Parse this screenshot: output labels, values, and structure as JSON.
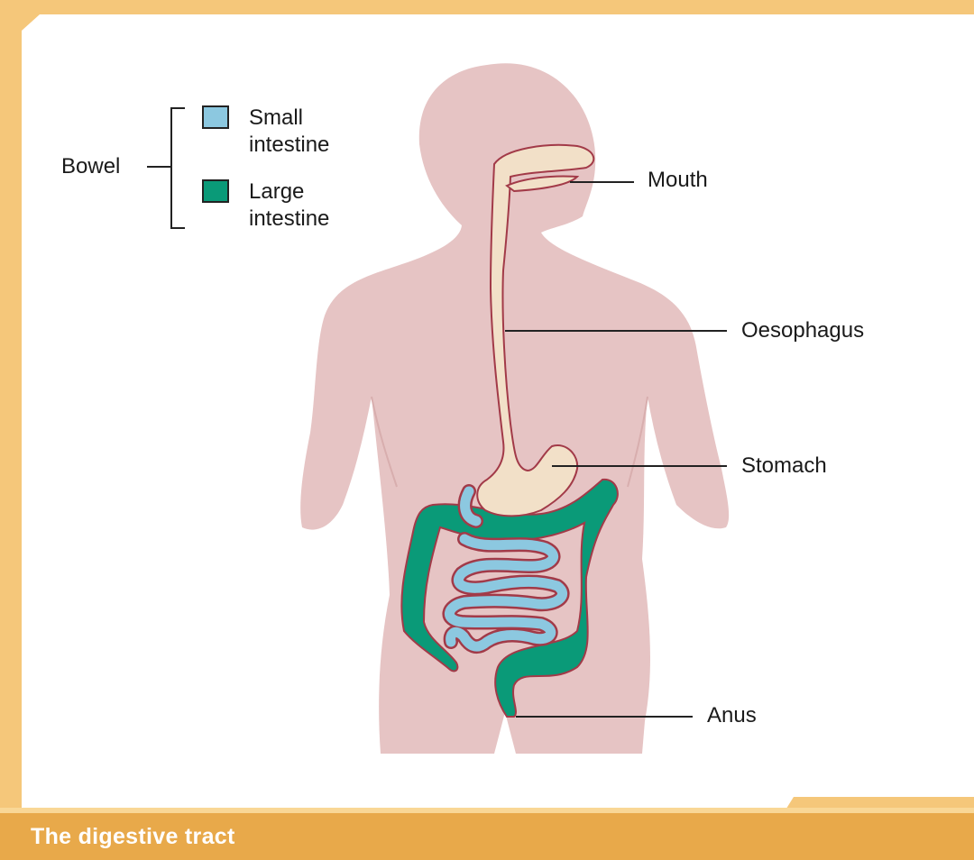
{
  "caption": "The digestive tract",
  "legend": {
    "group_label": "Bowel",
    "items": [
      {
        "label_line1": "Small",
        "label_line2": "intestine",
        "color": "#8cc8e0"
      },
      {
        "label_line1": "Large",
        "label_line2": "intestine",
        "color": "#0a9a78"
      }
    ]
  },
  "labels": {
    "mouth": "Mouth",
    "oesophagus": "Oesophagus",
    "stomach": "Stomach",
    "anus": "Anus"
  },
  "colors": {
    "frame": "#f5c77a",
    "caption_bar": "#e8a94a",
    "body": "#e6c4c4",
    "tract_fill": "#f2e0c8",
    "tract_outline": "#a23a48"
  }
}
